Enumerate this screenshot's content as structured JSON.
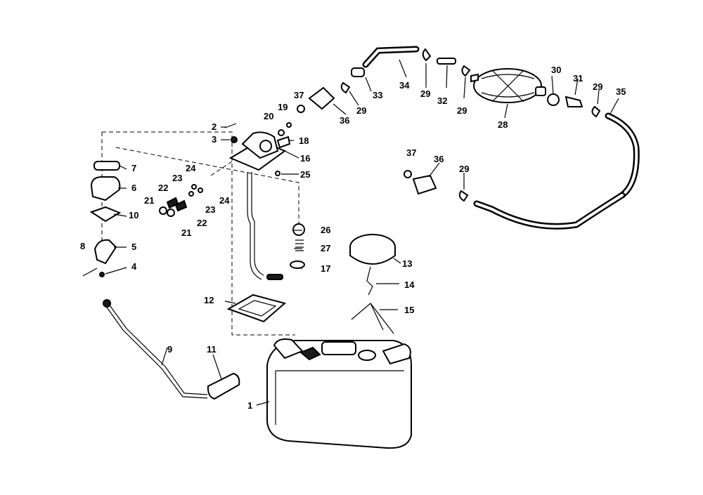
{
  "diagram": {
    "callouts": [
      {
        "id": "1",
        "text": "1"
      },
      {
        "id": "2",
        "text": "2"
      },
      {
        "id": "3",
        "text": "3"
      },
      {
        "id": "4",
        "text": "4"
      },
      {
        "id": "5",
        "text": "5"
      },
      {
        "id": "6",
        "text": "6"
      },
      {
        "id": "7",
        "text": "7"
      },
      {
        "id": "8",
        "text": "8"
      },
      {
        "id": "9",
        "text": "9"
      },
      {
        "id": "10",
        "text": "10"
      },
      {
        "id": "11",
        "text": "11"
      },
      {
        "id": "12",
        "text": "12"
      },
      {
        "id": "13",
        "text": "13"
      },
      {
        "id": "14",
        "text": "14"
      },
      {
        "id": "15",
        "text": "15"
      },
      {
        "id": "16",
        "text": "16"
      },
      {
        "id": "17",
        "text": "17"
      },
      {
        "id": "18",
        "text": "18"
      },
      {
        "id": "19",
        "text": "19"
      },
      {
        "id": "20",
        "text": "20"
      },
      {
        "id": "21a",
        "text": "21"
      },
      {
        "id": "21b",
        "text": "21"
      },
      {
        "id": "22a",
        "text": "22"
      },
      {
        "id": "22b",
        "text": "22"
      },
      {
        "id": "23a",
        "text": "23"
      },
      {
        "id": "23b",
        "text": "23"
      },
      {
        "id": "24a",
        "text": "24"
      },
      {
        "id": "24b",
        "text": "24"
      },
      {
        "id": "25",
        "text": "25"
      },
      {
        "id": "26",
        "text": "26"
      },
      {
        "id": "27",
        "text": "27"
      },
      {
        "id": "28",
        "text": "28"
      },
      {
        "id": "29a",
        "text": "29"
      },
      {
        "id": "29b",
        "text": "29"
      },
      {
        "id": "29c",
        "text": "29"
      },
      {
        "id": "29d",
        "text": "29"
      },
      {
        "id": "29e",
        "text": "29"
      },
      {
        "id": "30",
        "text": "30"
      },
      {
        "id": "31",
        "text": "31"
      },
      {
        "id": "32",
        "text": "32"
      },
      {
        "id": "33",
        "text": "33"
      },
      {
        "id": "34",
        "text": "34"
      },
      {
        "id": "35",
        "text": "35"
      },
      {
        "id": "36a",
        "text": "36"
      },
      {
        "id": "36b",
        "text": "36"
      },
      {
        "id": "37a",
        "text": "37"
      },
      {
        "id": "37b",
        "text": "37"
      }
    ]
  }
}
